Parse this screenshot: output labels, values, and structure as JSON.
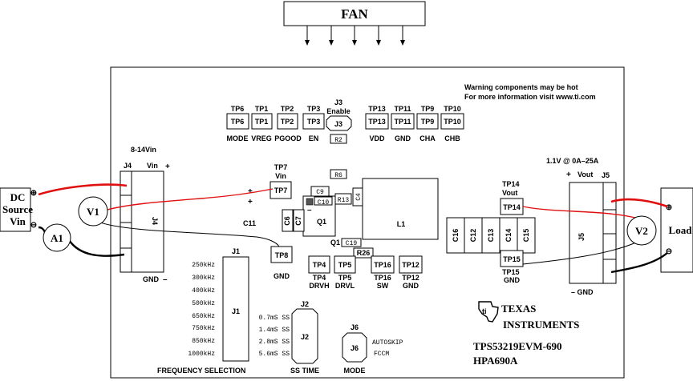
{
  "fan": {
    "label": "FAN"
  },
  "source": {
    "line1": "DC",
    "line2": "Source",
    "line3": "Vin",
    "plus": "⊕",
    "minus": "⊖"
  },
  "meters": {
    "v1": "V1",
    "a1": "A1",
    "v2": "V2"
  },
  "load": {
    "label": "Load",
    "plus": "⊕",
    "minus": "⊖"
  },
  "warning": {
    "line1": "Warning components may be hot",
    "line2": "For more information visit www.ti.com"
  },
  "testpoints_top": [
    {
      "name": "TP6",
      "box": "TP6",
      "sub": "MODE"
    },
    {
      "name": "TP1",
      "box": "TP1",
      "sub": "VREG"
    },
    {
      "name": "TP2",
      "box": "TP2",
      "sub": "PGOOD"
    },
    {
      "name": "TP3",
      "box": "TP3",
      "sub": "EN"
    },
    {
      "name": "TP13",
      "box": "TP13",
      "sub": "VDD"
    },
    {
      "name": "TP11",
      "box": "TP11",
      "sub": "GND"
    },
    {
      "name": "TP9",
      "box": "TP9",
      "sub": "CHA"
    },
    {
      "name": "TP10",
      "box": "TP10",
      "sub": "CHB"
    }
  ],
  "j3": {
    "title1": "J3",
    "title2": "Enable",
    "box": "J3",
    "r2": "R2"
  },
  "vin_label": "8-14Vin",
  "j4": {
    "name": "J4",
    "vin": "Vin",
    "plus": "+",
    "body": "J4",
    "gnd": "GND",
    "minus": "–"
  },
  "tp7": {
    "name": "TP7",
    "sub": "Vin",
    "box": "TP7",
    "plus1": "+",
    "plus2": "+"
  },
  "tp8": {
    "box": "TP8",
    "sub": "GND"
  },
  "c11": "C11",
  "center": {
    "r6": "R6",
    "c9": "C9",
    "c10": "C10",
    "r13": "R13",
    "c4": "C4",
    "c6": "C6",
    "c7": "C7",
    "q1a": "Q1",
    "q1b": "Q1",
    "c19": "C19",
    "r26": "R26",
    "l1": "L1"
  },
  "bottom_tps": [
    {
      "box": "TP4",
      "name": "TP4",
      "sub": "DRVH"
    },
    {
      "box": "TP5",
      "name": "TP5",
      "sub": "DRVL"
    },
    {
      "box": "TP16",
      "name": "TP16",
      "sub": "SW"
    },
    {
      "box": "TP12",
      "name": "TP12",
      "sub": "GND"
    }
  ],
  "output": {
    "rating": "1.1V @ 0A–25A",
    "plus": "+",
    "vout": "Vout",
    "j5": "J5",
    "body": "J5",
    "minus": "– GND",
    "tp14": {
      "name": "TP14",
      "sub": "Vout",
      "box": "TP14"
    },
    "tp15": {
      "box": "TP15",
      "name": "TP15",
      "sub": "GND"
    },
    "caps": [
      "C16",
      "C12",
      "C13",
      "C14",
      "C15"
    ]
  },
  "j1": {
    "name": "J1",
    "body": "J1",
    "title": "FREQUENCY   SELECTION",
    "freqs": [
      "250kHz",
      "300kHz",
      "400kHz",
      "500kHz",
      "650kHz",
      "750kHz",
      "850kHz",
      "1000kHz"
    ]
  },
  "j2": {
    "name": "J2",
    "body": "J2",
    "title": "SS TIME",
    "times": [
      "0.7mS SS",
      "1.4mS SS",
      "2.8mS SS",
      "5.6mS SS"
    ]
  },
  "j6": {
    "name": "J6",
    "body": "J6",
    "title": "MODE",
    "opt1": "AUTOSKIP",
    "opt2": "FCCM"
  },
  "ti": {
    "line1": "TEXAS",
    "line2": "INSTRUMENTS",
    "evm": "TPS53219EVM-690",
    "hpa": "HPA690A"
  }
}
